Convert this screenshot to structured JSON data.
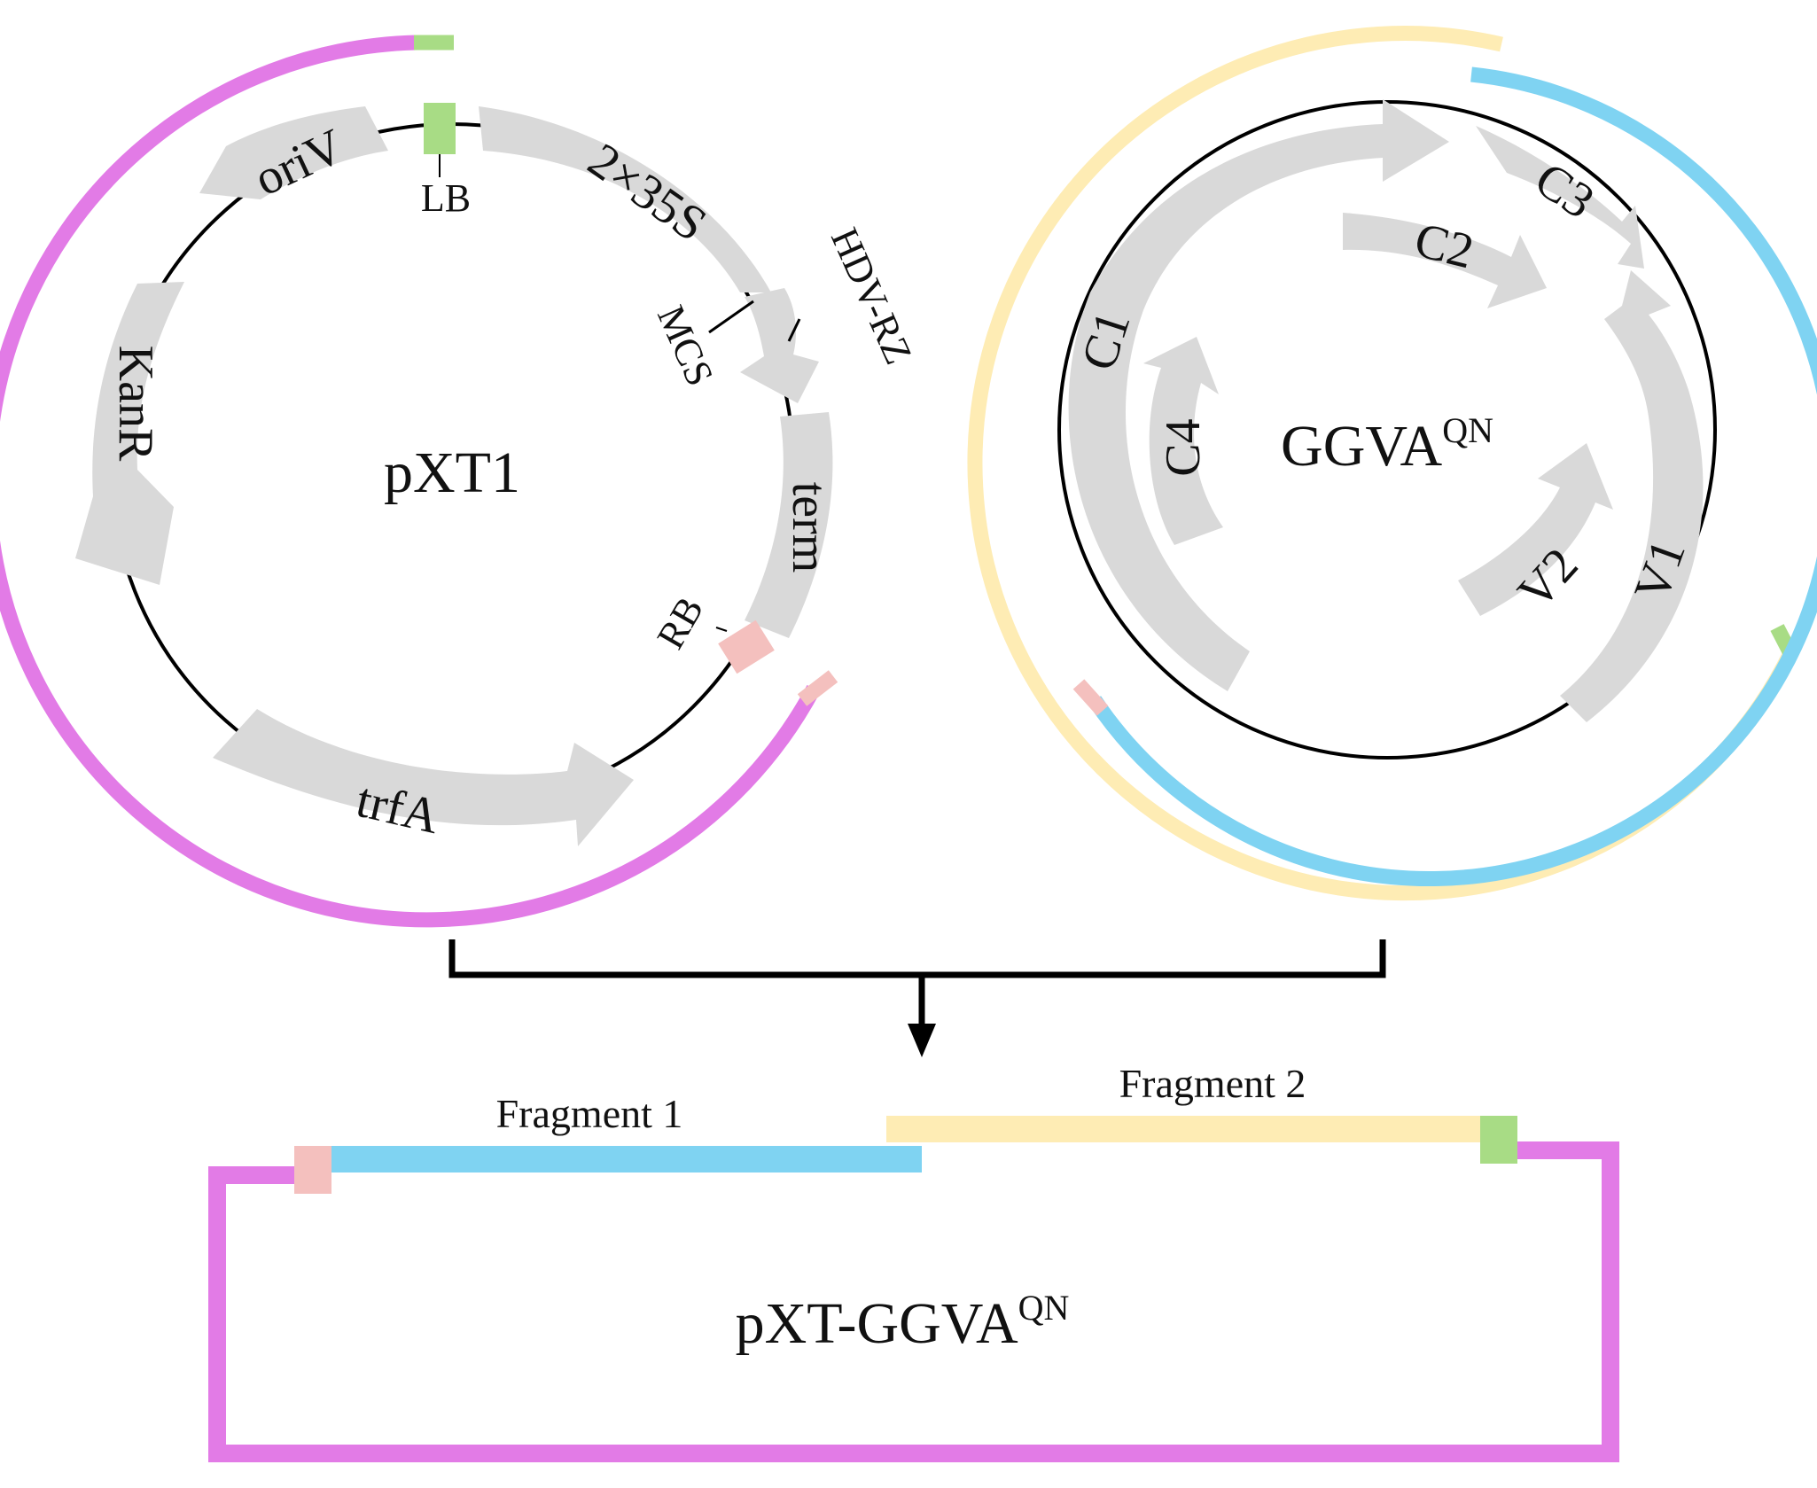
{
  "colors": {
    "backbone": "#e27be6",
    "viral_a": "#7fd3f2",
    "viral_b": "#feecb4",
    "lb": "#a8dc85",
    "rb": "#f4c0be",
    "feature": "#d9d9d9",
    "line": "#000000"
  },
  "plasmid_left": {
    "name": "pXT1",
    "features": {
      "ori": "oriV",
      "kan": "KanR",
      "trf": "trfA",
      "promoter": "2×35S",
      "hdv": "HDV-RZ",
      "mcs": "MCS",
      "term": "term",
      "lb": "LB",
      "rb": "RB"
    }
  },
  "plasmid_right": {
    "name": "GGVA",
    "name_sup": "QN",
    "features": {
      "c1": "C1",
      "c2": "C2",
      "c3": "C3",
      "c4": "C4",
      "v1": "V1",
      "v2": "V2"
    }
  },
  "product": {
    "name": "pXT-GGVA",
    "name_sup": "QN",
    "fragment1": "Fragment 1",
    "fragment2": "Fragment 2"
  }
}
